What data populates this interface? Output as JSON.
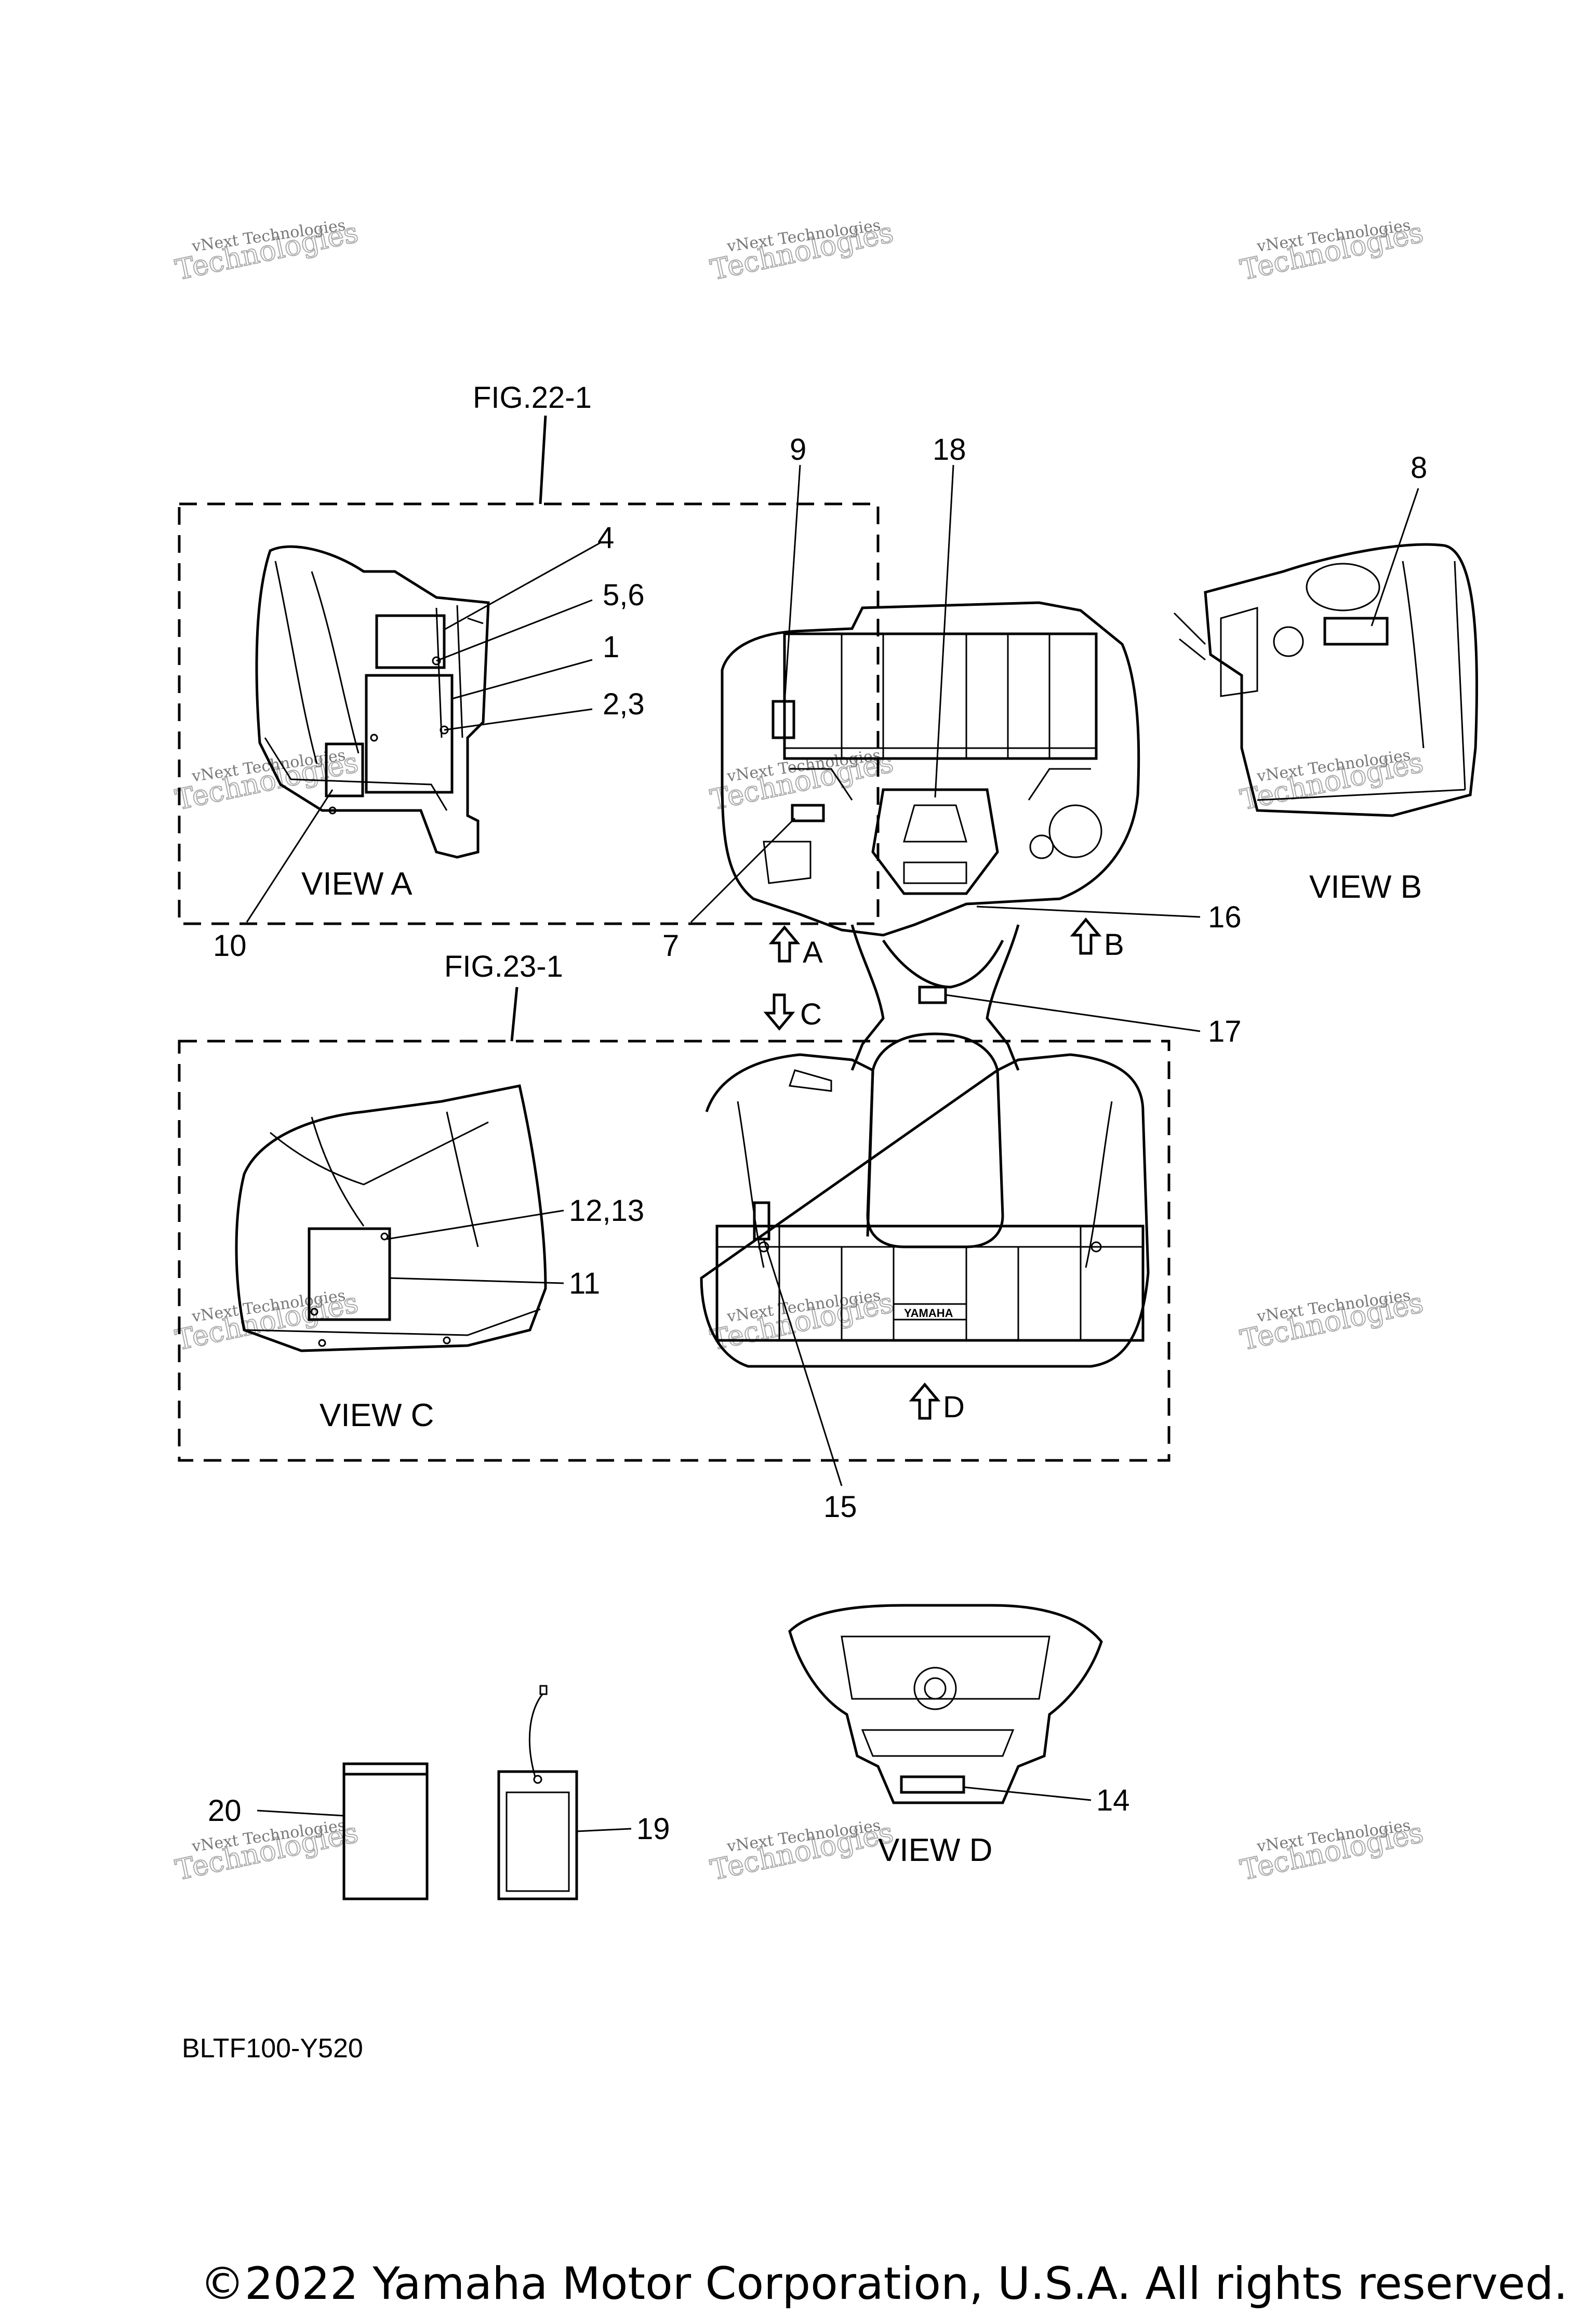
{
  "figure_refs": {
    "top": "FIG.22-1",
    "middle": "FIG.23-1"
  },
  "views": {
    "a": "VIEW A",
    "b": "VIEW B",
    "c": "VIEW C",
    "d": "VIEW D"
  },
  "arrows": {
    "a": "A",
    "b": "B",
    "c": "C",
    "d": "D"
  },
  "callouts": {
    "c1": "1",
    "c2_3": "2,3",
    "c4": "4",
    "c5_6": "5,6",
    "c7": "7",
    "c8": "8",
    "c9": "9",
    "c10": "10",
    "c11": "11",
    "c12_13": "12,13",
    "c14": "14",
    "c15": "15",
    "c16": "16",
    "c17": "17",
    "c18": "18",
    "c19": "19",
    "c20": "20"
  },
  "grill_badge": "YAMAHA",
  "watermark": {
    "line1": "vNext Technologies",
    "line2": "Technologies",
    "arc": "vNext"
  },
  "diagram_code": "BLTF100-Y520",
  "copyright": "©2022 Yamaha Motor Corporation, U.S.A. All rights reserved."
}
